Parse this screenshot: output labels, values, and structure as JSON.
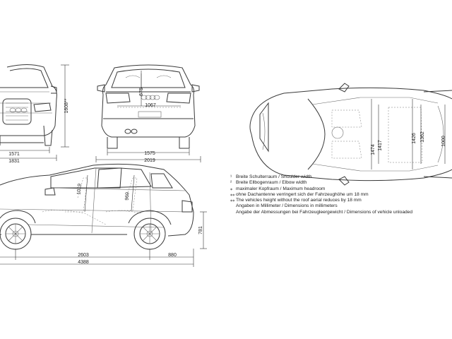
{
  "dimensions": {
    "front_track": "1571",
    "front_width": "1831",
    "height": "1608**",
    "rear_track": "1575",
    "width_mirrors": "2019",
    "rear_elbow": "1067",
    "rear_headroom": "675",
    "wheelbase": "2603",
    "length": "4388",
    "rear_overhang": "880",
    "trunk_height": "781",
    "front_headroom": "1019",
    "rear_headroom_side": "969",
    "front_shoulder": "1474",
    "front_elbow": "1417",
    "rear_shoulder": "1426",
    "rear_elbow_top": "1362",
    "boot_width": "1000"
  },
  "notes": [
    {
      "sym": "¹",
      "text": "Breite Schulterraum / Shoulder width"
    },
    {
      "sym": "²",
      "text": "Breite Ellbogenraum / Elbow width"
    },
    {
      "sym": "⁎",
      "text": "maximaler Kopfraum / Maximum headroom"
    },
    {
      "sym": "⁎⁎",
      "text": "ohne Dachantenne verringert sich der Fahrzeughöhe um 18 mm"
    },
    {
      "sym": "⁎⁎",
      "text": "The  vehicles height without the roof aerial reduces by 18 mm"
    },
    {
      "sym": "",
      "text": "Angaben in Millimeter / Dimensions in millimeters"
    },
    {
      "sym": "",
      "text": "Angabe der Abmessungen bei Fahrzeugleergewicht / Dimensions of vehicle unloaded"
    }
  ]
}
